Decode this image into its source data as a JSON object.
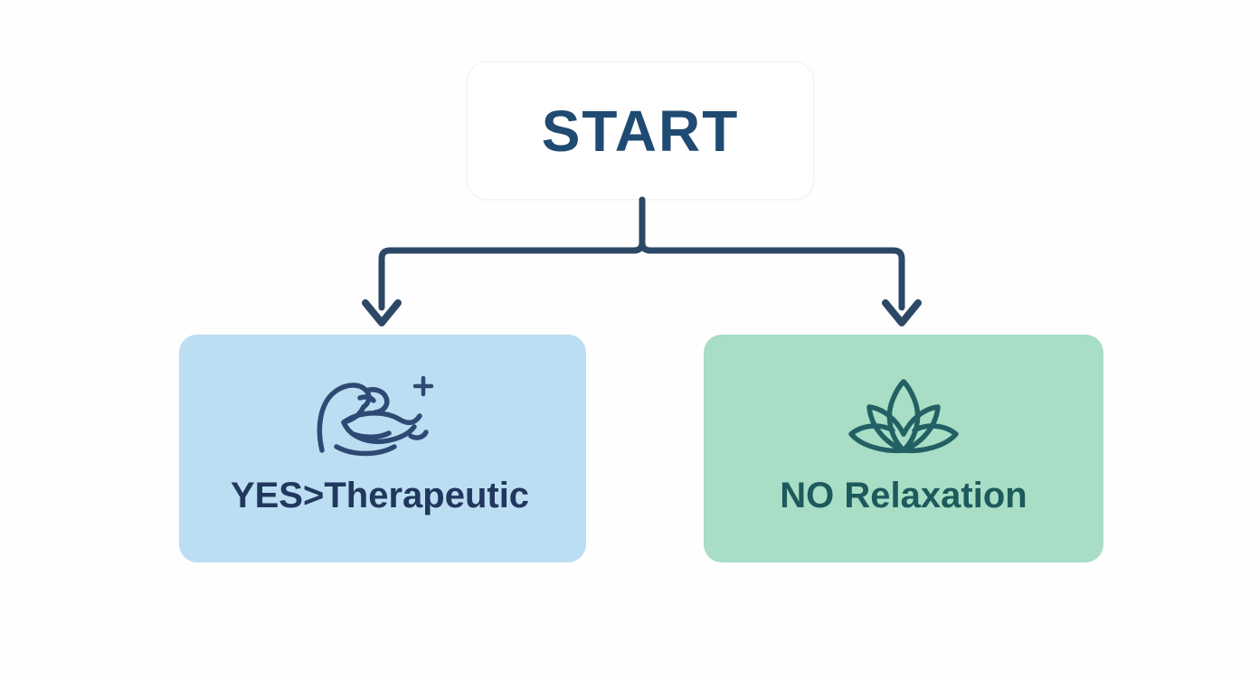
{
  "diagram": {
    "title": "START",
    "type": "flowchart",
    "background_color": "#fefefe",
    "connector_color": "#2c4866",
    "start_node": {
      "label": "START",
      "text_color": "#1f4a72",
      "fill_color": "#ffffff",
      "border_color": "#eef3f4"
    },
    "branches": [
      {
        "id": "left",
        "label": "YES>Therapeutic",
        "icon": "flexed-bicep-icon",
        "fill_color": "#bcdef2",
        "text_color": "#22375e",
        "icon_color": "#2e4a74"
      },
      {
        "id": "right",
        "label": "NO Relaxation",
        "icon": "lotus-flower-icon",
        "fill_color": "#a8ddc6",
        "text_color": "#1d5a5c",
        "icon_color": "#236063"
      }
    ]
  }
}
